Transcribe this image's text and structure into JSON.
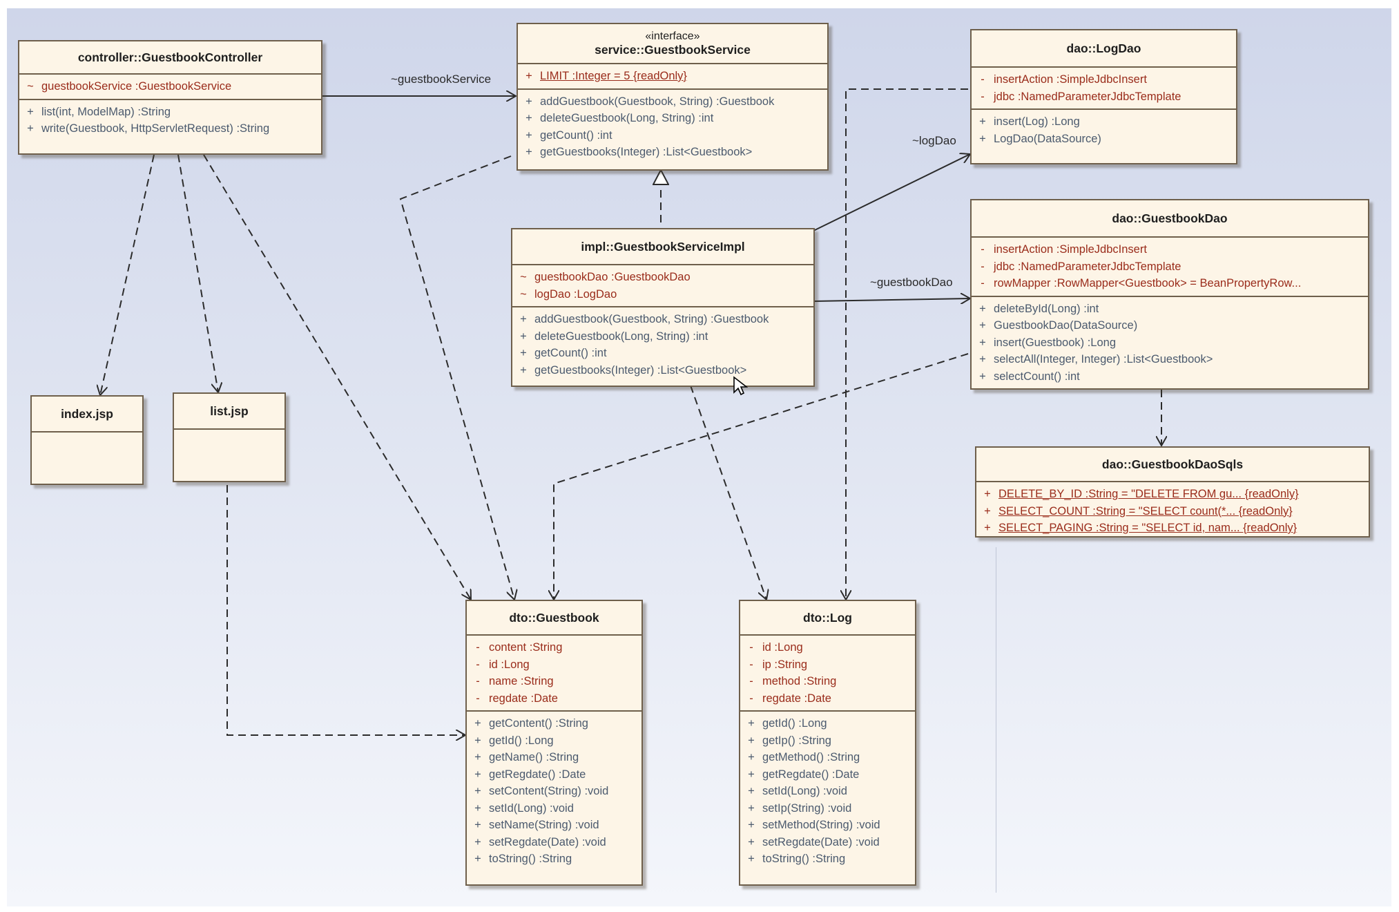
{
  "classes": {
    "guestbook_controller": {
      "title": "controller::GuestbookController",
      "attributes": [
        {
          "vis": "~",
          "text": "guestbookService  :GuestbookService"
        }
      ],
      "operations": [
        {
          "vis": "+",
          "text": "list(int, ModelMap)  :String"
        },
        {
          "vis": "+",
          "text": "write(Guestbook, HttpServletRequest)  :String"
        }
      ]
    },
    "guestbook_service": {
      "stereotype": "«interface»",
      "title": "service::GuestbookService",
      "attributes": [
        {
          "vis": "+",
          "text": "LIMIT  :Integer = 5 {readOnly}"
        }
      ],
      "operations": [
        {
          "vis": "+",
          "text": "addGuestbook(Guestbook, String)  :Guestbook"
        },
        {
          "vis": "+",
          "text": "deleteGuestbook(Long, String)  :int"
        },
        {
          "vis": "+",
          "text": "getCount()  :int"
        },
        {
          "vis": "+",
          "text": "getGuestbooks(Integer)  :List<Guestbook>"
        }
      ]
    },
    "log_dao": {
      "title": "dao::LogDao",
      "attributes": [
        {
          "vis": "-",
          "text": "insertAction  :SimpleJdbcInsert"
        },
        {
          "vis": "-",
          "text": "jdbc  :NamedParameterJdbcTemplate"
        }
      ],
      "operations": [
        {
          "vis": "+",
          "text": "insert(Log)  :Long"
        },
        {
          "vis": "+",
          "text": "LogDao(DataSource)"
        }
      ]
    },
    "guestbook_service_impl": {
      "title": "impl::GuestbookServiceImpl",
      "attributes": [
        {
          "vis": "~",
          "text": "guestbookDao  :GuestbookDao"
        },
        {
          "vis": "~",
          "text": "logDao  :LogDao"
        }
      ],
      "operations": [
        {
          "vis": "+",
          "text": "addGuestbook(Guestbook, String)  :Guestbook"
        },
        {
          "vis": "+",
          "text": "deleteGuestbook(Long, String)  :int"
        },
        {
          "vis": "+",
          "text": "getCount()  :int"
        },
        {
          "vis": "+",
          "text": "getGuestbooks(Integer)  :List<Guestbook>"
        }
      ]
    },
    "guestbook_dao": {
      "title": "dao::GuestbookDao",
      "attributes": [
        {
          "vis": "-",
          "text": "insertAction  :SimpleJdbcInsert"
        },
        {
          "vis": "-",
          "text": "jdbc  :NamedParameterJdbcTemplate"
        },
        {
          "vis": "-",
          "text": "rowMapper  :RowMapper<Guestbook> = BeanPropertyRow..."
        }
      ],
      "operations": [
        {
          "vis": "+",
          "text": "deleteById(Long)  :int"
        },
        {
          "vis": "+",
          "text": "GuestbookDao(DataSource)"
        },
        {
          "vis": "+",
          "text": "insert(Guestbook)  :Long"
        },
        {
          "vis": "+",
          "text": "selectAll(Integer, Integer)  :List<Guestbook>"
        },
        {
          "vis": "+",
          "text": "selectCount()  :int"
        }
      ]
    },
    "guestbook_dao_sqls": {
      "title": "dao::GuestbookDaoSqls",
      "attributes": [
        {
          "vis": "+",
          "text": "DELETE_BY_ID  :String = \"DELETE FROM gu... {readOnly}"
        },
        {
          "vis": "+",
          "text": "SELECT_COUNT  :String = \"SELECT count(*... {readOnly}"
        },
        {
          "vis": "+",
          "text": "SELECT_PAGING  :String = \"SELECT id, nam... {readOnly}"
        }
      ]
    },
    "index_jsp": {
      "title": "index.jsp"
    },
    "list_jsp": {
      "title": "list.jsp"
    },
    "dto_guestbook": {
      "title": "dto::Guestbook",
      "attributes": [
        {
          "vis": "-",
          "text": "content  :String"
        },
        {
          "vis": "-",
          "text": "id  :Long"
        },
        {
          "vis": "-",
          "text": "name  :String"
        },
        {
          "vis": "-",
          "text": "regdate  :Date"
        }
      ],
      "operations": [
        {
          "vis": "+",
          "text": "getContent()  :String"
        },
        {
          "vis": "+",
          "text": "getId()  :Long"
        },
        {
          "vis": "+",
          "text": "getName()  :String"
        },
        {
          "vis": "+",
          "text": "getRegdate()  :Date"
        },
        {
          "vis": "+",
          "text": "setContent(String)  :void"
        },
        {
          "vis": "+",
          "text": "setId(Long)  :void"
        },
        {
          "vis": "+",
          "text": "setName(String)  :void"
        },
        {
          "vis": "+",
          "text": "setRegdate(Date)  :void"
        },
        {
          "vis": "+",
          "text": "toString()  :String"
        }
      ]
    },
    "dto_log": {
      "title": "dto::Log",
      "attributes": [
        {
          "vis": "-",
          "text": "id  :Long"
        },
        {
          "vis": "-",
          "text": "ip  :String"
        },
        {
          "vis": "-",
          "text": "method  :String"
        },
        {
          "vis": "-",
          "text": "regdate  :Date"
        }
      ],
      "operations": [
        {
          "vis": "+",
          "text": "getId()  :Long"
        },
        {
          "vis": "+",
          "text": "getIp()  :String"
        },
        {
          "vis": "+",
          "text": "getMethod()  :String"
        },
        {
          "vis": "+",
          "text": "getRegdate()  :Date"
        },
        {
          "vis": "+",
          "text": "setId(Long)  :void"
        },
        {
          "vis": "+",
          "text": "setIp(String)  :void"
        },
        {
          "vis": "+",
          "text": "setMethod(String)  :void"
        },
        {
          "vis": "+",
          "text": "setRegdate(Date)  :void"
        },
        {
          "vis": "+",
          "text": "toString()  :String"
        }
      ]
    }
  },
  "labels": {
    "guestbook_service_role": "~guestbookService",
    "log_dao_role": "~logDao",
    "guestbook_dao_role": "~guestbookDao"
  },
  "colors": {
    "class_fill": "#fdf5e7",
    "class_border": "#6e5f4b",
    "attribute_text": "#9a2c1b",
    "operation_text": "#4b5a6e",
    "line": "#2b2b2b"
  }
}
